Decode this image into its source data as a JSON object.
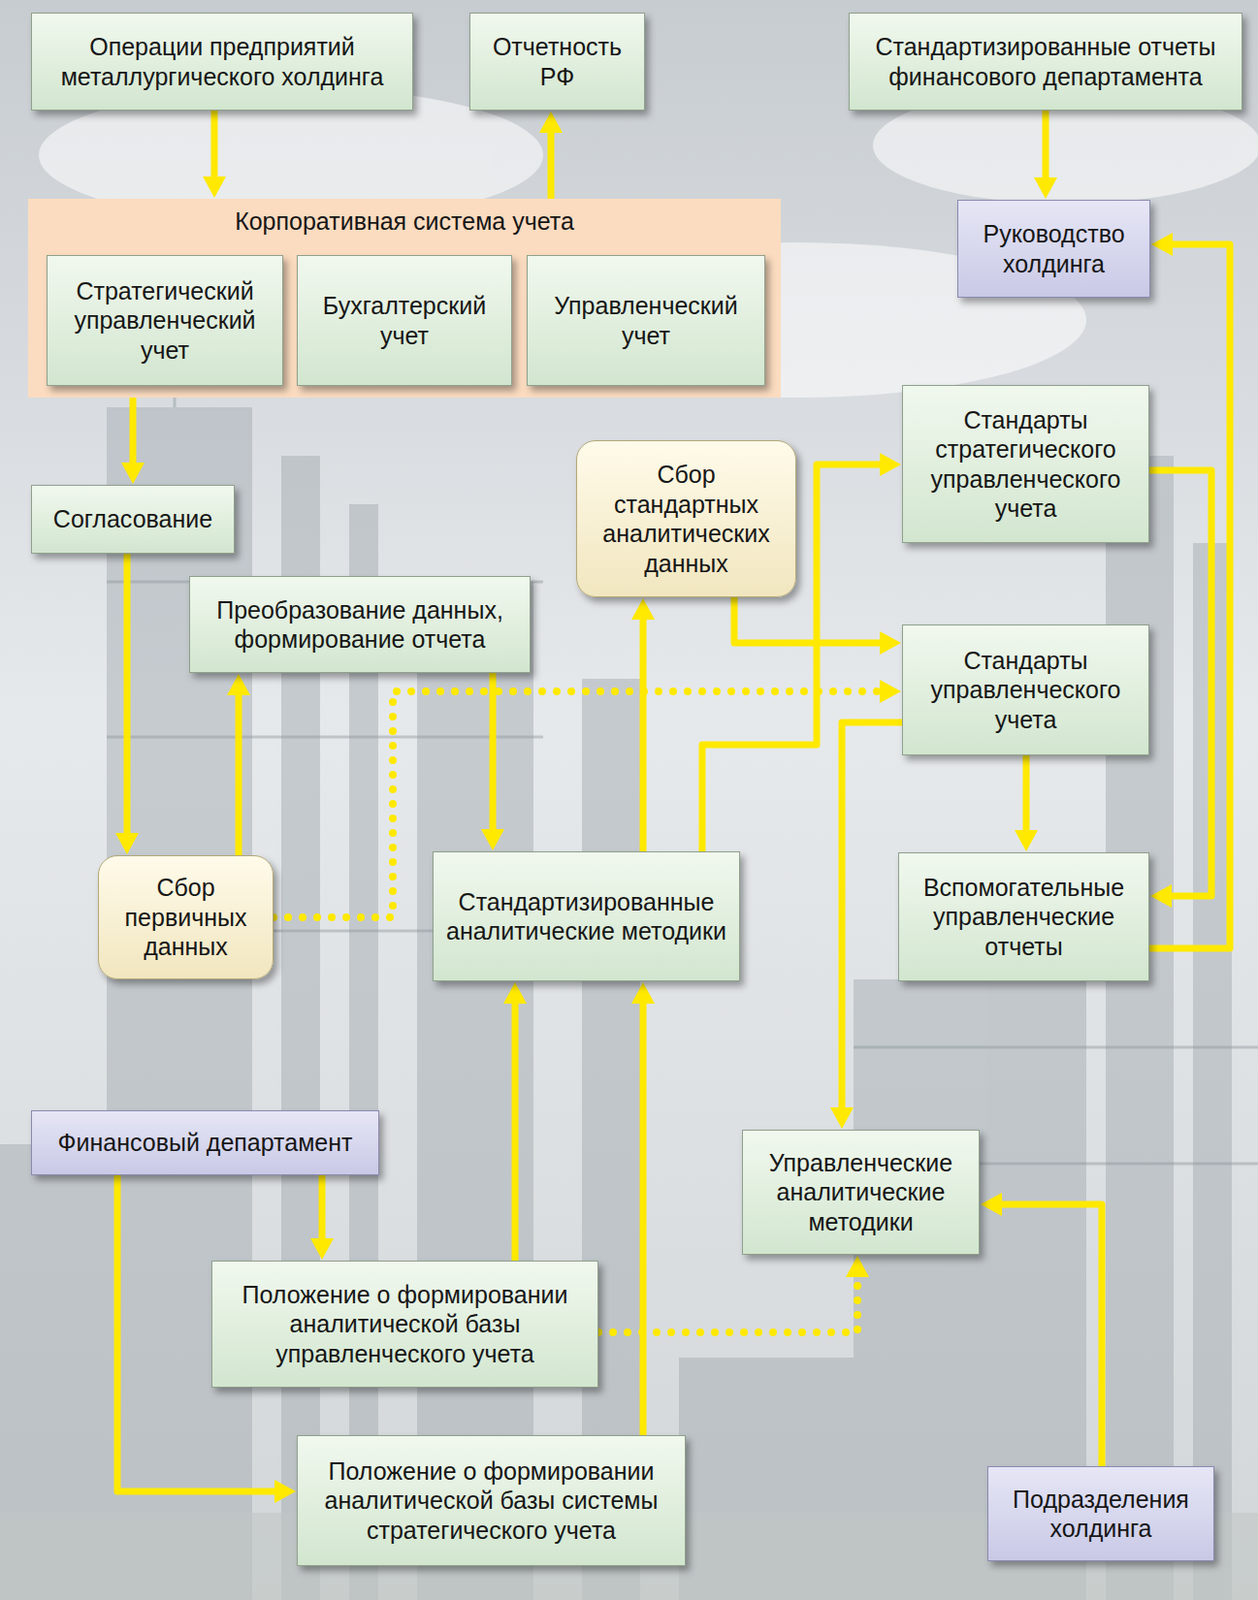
{
  "diagram": {
    "nodes": [
      {
        "text": [
          "Операции предприятий металлургического холдинга"
        ]
      },
      {
        "text": [
          "Отчетность РФ"
        ]
      },
      {
        "text": [
          "Стандартизированные отчеты финансового департамента"
        ]
      },
      {
        "text": [
          "Корпоративная система учета"
        ]
      },
      {
        "text": [
          "Стратегический управленческий учет"
        ],
        "in": 3
      },
      {
        "text": [
          "Бухгалтерский учет"
        ],
        "in": 3
      },
      {
        "text": [
          "Управленческий учет"
        ],
        "in": 3
      },
      {
        "text": [
          "Руководство холдинга"
        ]
      },
      {
        "text": [
          "Стандарты стратегического управленческого учета"
        ]
      },
      {
        "text": [
          "Сбор стандартных аналитических данных"
        ]
      },
      {
        "text": [
          "Согласование"
        ]
      },
      {
        "text": [
          "Преобразование данных, формирование отчета"
        ]
      },
      {
        "text": [
          "Стандарты управленческого учета"
        ]
      },
      {
        "text": [
          "Сбор первичных данных"
        ]
      },
      {
        "text": [
          "Стандартизированные аналитические методики"
        ]
      },
      {
        "text": [
          "Вспомогательные управленческие отчеты"
        ]
      },
      {
        "text": [
          "Финансовый департамент"
        ]
      },
      {
        "text": [
          "Управленческие аналитические методики"
        ]
      },
      {
        "text": [
          "Положение о формировании аналитической базы управленческого учета"
        ]
      },
      {
        "text": [
          "Положение о формировании аналитической базы системы стратегического учета"
        ]
      },
      {
        "text": [
          "Подразделения холдинга"
        ]
      }
    ],
    "edges": [
      {
        "from": 0,
        "to": 3,
        "arrow": "to"
      },
      {
        "from": 3,
        "to": 1,
        "arrow": "to"
      },
      {
        "from": 2,
        "to": 7,
        "arrow": "to"
      },
      {
        "from": 3,
        "to": 10,
        "arrow": "to"
      },
      {
        "from": 10,
        "to": 13,
        "arrow": "to"
      },
      {
        "from": 13,
        "to": 11,
        "arrow": "to"
      },
      {
        "from": 11,
        "to": 14,
        "arrow": "to"
      },
      {
        "from": 13,
        "to": 12,
        "arrow": "to"
      },
      {
        "from": 14,
        "to": 9,
        "arrow": "to"
      },
      {
        "from": 14,
        "to": 8,
        "arrow": "to"
      },
      {
        "from": 9,
        "to": 12,
        "arrow": "to"
      },
      {
        "from": 12,
        "to": 15,
        "arrow": "to"
      },
      {
        "from": 12,
        "to": 17,
        "arrow": "to"
      },
      {
        "from": 8,
        "to": 15,
        "arrow": "to"
      },
      {
        "from": 15,
        "to": 7,
        "arrow": "to"
      },
      {
        "from": 16,
        "to": 18,
        "arrow": "to"
      },
      {
        "from": 16,
        "to": 19,
        "arrow": "to"
      },
      {
        "from": 18,
        "to": 14,
        "arrow": "to"
      },
      {
        "from": 19,
        "to": 14,
        "arrow": "to"
      },
      {
        "from": 18,
        "to": 17,
        "arrow": "to"
      },
      {
        "from": 20,
        "to": 17,
        "arrow": "to"
      }
    ]
  }
}
